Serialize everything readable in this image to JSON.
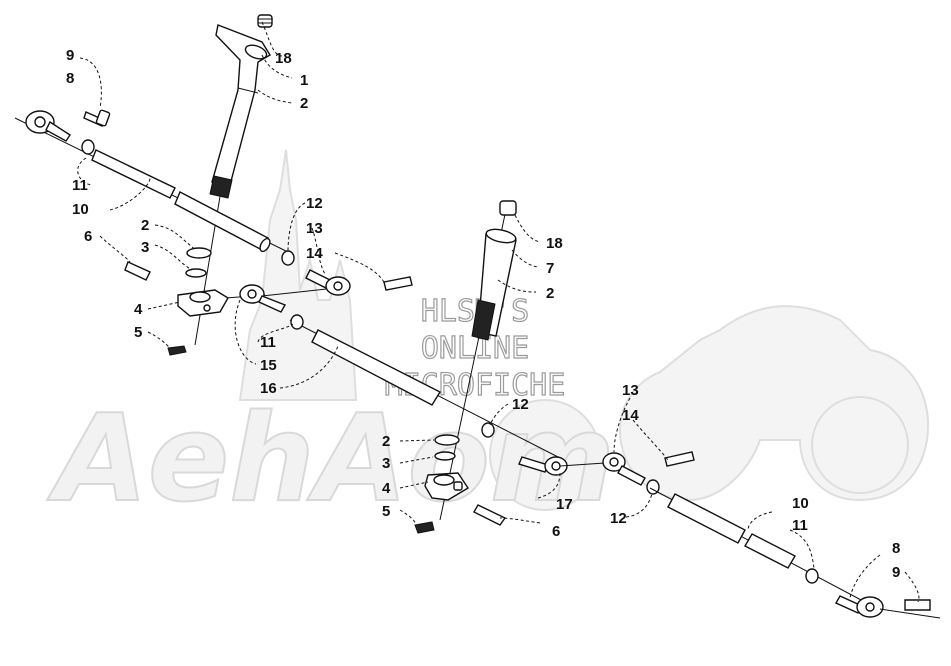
{
  "watermark": {
    "logo_text": "AehAom",
    "lines": [
      "HLSM'S",
      "ONLINE",
      "MICROFICHE"
    ]
  },
  "callouts": [
    "1",
    "2",
    "3",
    "4",
    "5",
    "6",
    "7",
    "8",
    "9",
    "10",
    "11",
    "12",
    "13",
    "14",
    "15",
    "16",
    "17",
    "18"
  ],
  "labels": [
    {
      "id": "l9a",
      "text": "9"
    },
    {
      "id": "l8a",
      "text": "8"
    },
    {
      "id": "l18a",
      "text": "18"
    },
    {
      "id": "l1",
      "text": "1"
    },
    {
      "id": "l2a",
      "text": "2"
    },
    {
      "id": "l11a",
      "text": "11"
    },
    {
      "id": "l10a",
      "text": "10"
    },
    {
      "id": "l6a",
      "text": "6"
    },
    {
      "id": "l2b",
      "text": "2"
    },
    {
      "id": "l3a",
      "text": "3"
    },
    {
      "id": "l4a",
      "text": "4"
    },
    {
      "id": "l5a",
      "text": "5"
    },
    {
      "id": "l12a",
      "text": "12"
    },
    {
      "id": "l13a",
      "text": "13"
    },
    {
      "id": "l14a",
      "text": "14"
    },
    {
      "id": "l11b",
      "text": "11"
    },
    {
      "id": "l15",
      "text": "15"
    },
    {
      "id": "l16",
      "text": "16"
    },
    {
      "id": "l18b",
      "text": "18"
    },
    {
      "id": "l7",
      "text": "7"
    },
    {
      "id": "l2c",
      "text": "2"
    },
    {
      "id": "l12b",
      "text": "12"
    },
    {
      "id": "l2d",
      "text": "2"
    },
    {
      "id": "l3b",
      "text": "3"
    },
    {
      "id": "l4b",
      "text": "4"
    },
    {
      "id": "l5b",
      "text": "5"
    },
    {
      "id": "l17",
      "text": "17"
    },
    {
      "id": "l6b",
      "text": "6"
    },
    {
      "id": "l13b",
      "text": "13"
    },
    {
      "id": "l14b",
      "text": "14"
    },
    {
      "id": "l12c",
      "text": "12"
    },
    {
      "id": "l10b",
      "text": "10"
    },
    {
      "id": "l11c",
      "text": "11"
    },
    {
      "id": "l8b",
      "text": "8"
    },
    {
      "id": "l9b",
      "text": "9"
    }
  ]
}
